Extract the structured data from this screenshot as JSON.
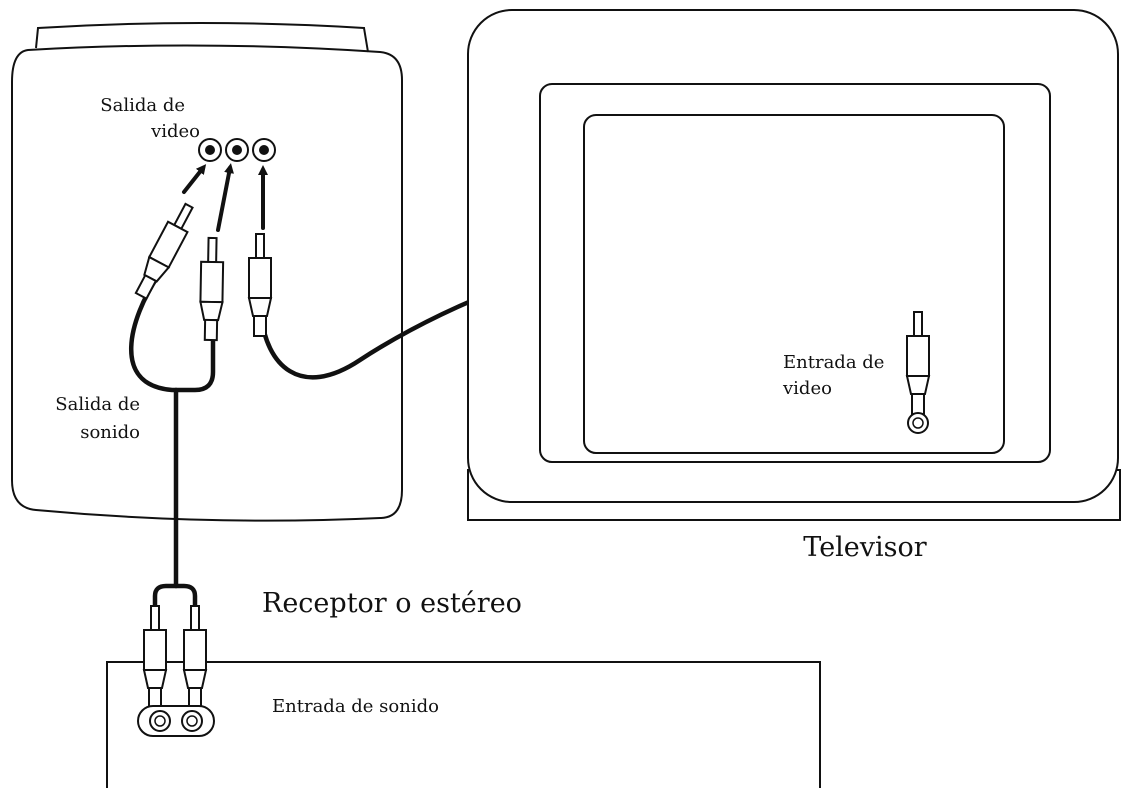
{
  "labels": {
    "video_out": [
      "Salida de",
      "video"
    ],
    "audio_out": [
      "Salida de",
      "sonido"
    ],
    "tv_video_in": [
      "Entrada de",
      "video"
    ],
    "tv_name": "Televisor",
    "receiver_name": "Receptor o estéreo",
    "audio_in": "Entrada de sonido"
  }
}
